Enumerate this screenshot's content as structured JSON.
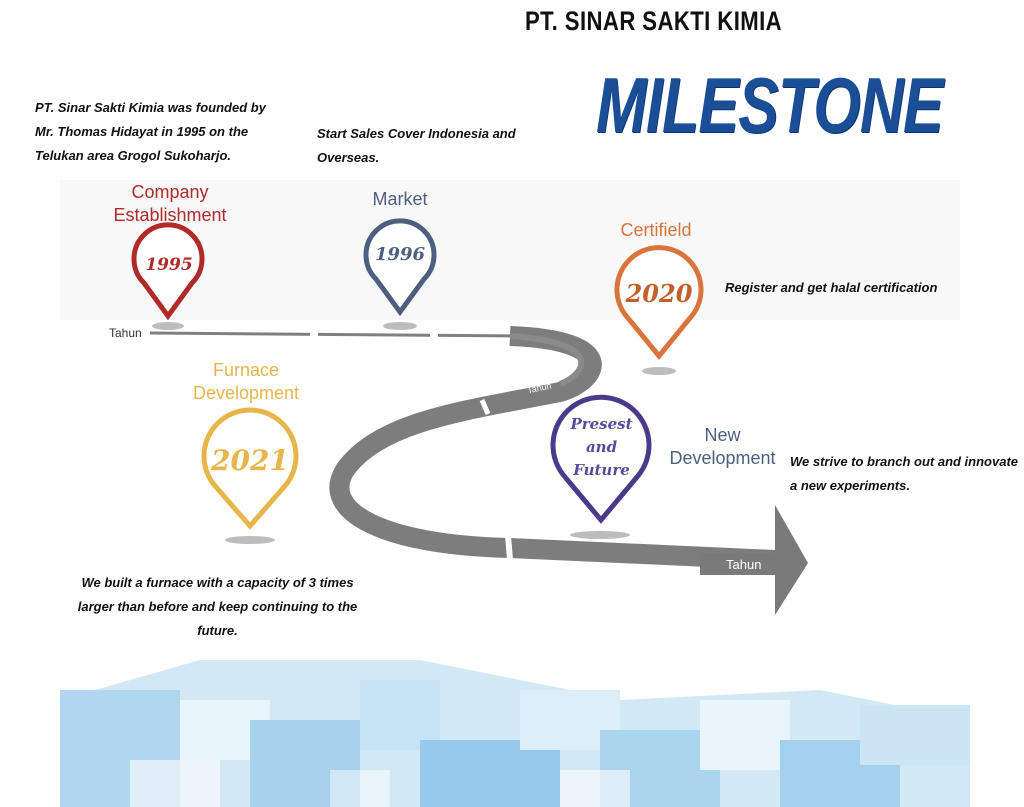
{
  "header": {
    "company": "PT. SINAR SAKTI KIMIA",
    "title": "MILESTONE"
  },
  "axis_label": "Tahun",
  "colors": {
    "title_blue": "#1a4e96",
    "red": "#b02a2a",
    "slate": "#4d5f7f",
    "orange": "#d9743c",
    "yellow": "#e7b54a",
    "purple": "#4a3a8c",
    "road": "#808080"
  },
  "milestones": [
    {
      "label_lines": [
        "Company",
        "Establishment"
      ],
      "year": "1995",
      "description": [
        "PT. Sinar Sakti Kimia was founded by",
        "Mr. Thomas Hidayat in 1995 on the",
        "Telukan area Grogol Sukoharjo."
      ]
    },
    {
      "label_lines": [
        "Market"
      ],
      "year": "1996",
      "description": [
        "Start Sales Cover Indonesia and",
        "Overseas."
      ]
    },
    {
      "label_lines": [
        "Certifield"
      ],
      "year": "2020",
      "description": [
        "Register and get halal certification"
      ]
    },
    {
      "label_lines": [
        "Furnace",
        "Development"
      ],
      "year": "2021",
      "description": [
        "We built a furnace with a capacity of 3 times",
        "larger than before and keep continuing to the",
        "future."
      ]
    },
    {
      "label_lines": [
        "New",
        "Development"
      ],
      "year_lines": [
        "Presest",
        "and",
        "Future"
      ],
      "description": [
        "We strive to branch out and innovate",
        "a new experiments."
      ]
    }
  ]
}
